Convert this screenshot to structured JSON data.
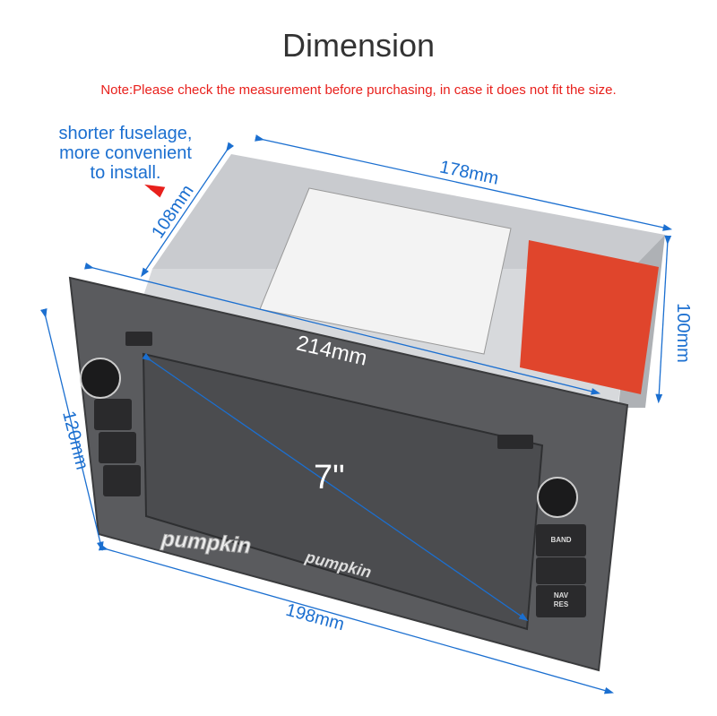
{
  "header": {
    "title": "Dimension",
    "note": "Note:Please check the measurement before purchasing, in case it does not fit the size."
  },
  "callout": {
    "text_lines": [
      "shorter fuselage,",
      "more convenient",
      "to install."
    ]
  },
  "dimensions": {
    "depth": "178mm",
    "chassis_height": "108mm",
    "rear_height": "100mm",
    "front_width": "214mm",
    "front_height": "120mm",
    "bottom_width": "198mm",
    "screen": "7\""
  },
  "device": {
    "brand": "pumpkin",
    "buttons": {
      "band": "BAND",
      "nav": "NAV",
      "res": "RES"
    }
  },
  "colors": {
    "accent": "#1b6fd0",
    "note": "#e8201c",
    "panel": "#5a5b5e",
    "screen": "#4b4c4f"
  }
}
